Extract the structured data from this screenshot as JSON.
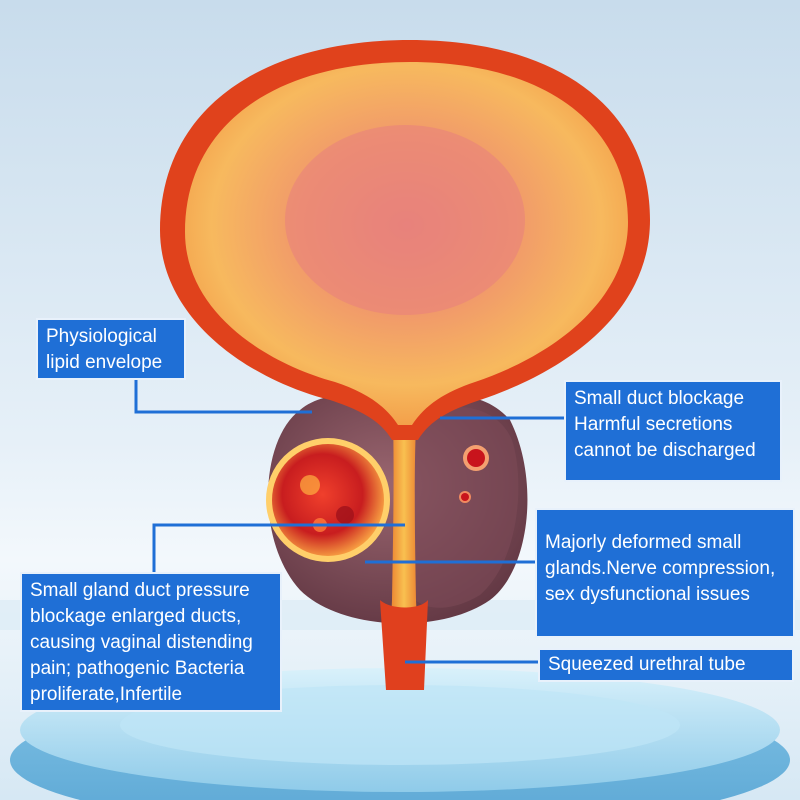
{
  "callouts": {
    "lipid_envelope": [
      "Physiological",
      "lipid envelope"
    ],
    "duct_blockage": [
      "Small duct blockage",
      "Harmful secretions",
      "cannot be discharged"
    ],
    "deformed_glands": [
      "Majorly deformed small",
      "glands.Nerve compression,",
      "sex dysfunctional issues"
    ],
    "gland_pressure": [
      "Small gland duct pressure",
      "blockage enlarged ducts,",
      "causing vaginal distending",
      "pain; pathogenic Bacteria",
      "proliferate,Infertile"
    ],
    "urethral_tube": [
      "Squeezed urethral tube"
    ]
  },
  "colors": {
    "label_fill": "#1f6fd6",
    "label_border": "#e8f1fb",
    "leader_line": "#1f6fd6",
    "bladder_wall": "#e24a1e",
    "bladder_inner": "#f6b060",
    "gland_tissue": "#7a4a55",
    "tumor": "#d8231c",
    "urethra": "#f2a53a",
    "pedestal": "#9ed4ee"
  }
}
